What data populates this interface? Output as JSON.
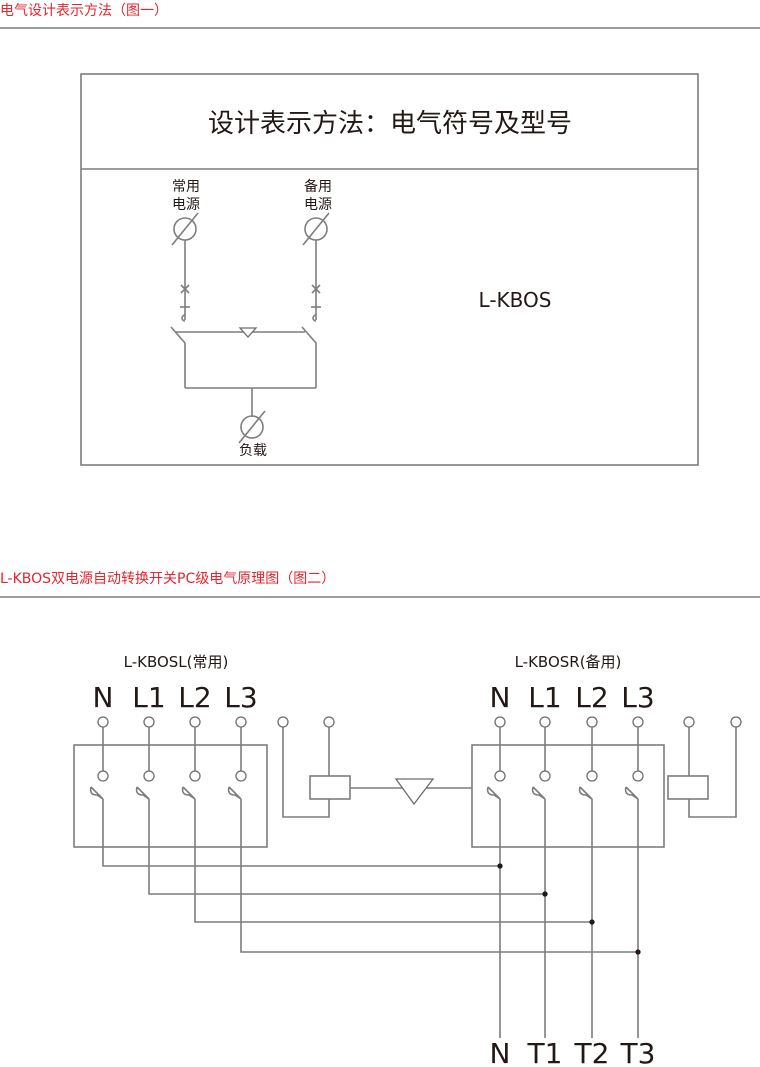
{
  "figure1": {
    "section_title": "电气设计表示方法（图一）",
    "header": "设计表示方法：电气符号及型号",
    "normal_source": [
      "常用",
      "电源"
    ],
    "backup_source": [
      "备用",
      "电源"
    ],
    "load_label": "负载",
    "model": "L-KBOS"
  },
  "figure2": {
    "section_title": "L-KBOS双电源自动转换开关PC级电气原理图（图二）",
    "left_unit": {
      "label": "L-KBOSL(常用)",
      "terminals": [
        "N",
        "L1",
        "L2",
        "L3"
      ]
    },
    "right_unit": {
      "label": "L-KBOSR(备用)",
      "terminals": [
        "N",
        "L1",
        "L2",
        "L3"
      ]
    },
    "outputs": [
      "N",
      "T1",
      "T2",
      "T3"
    ]
  },
  "colors": {
    "title_red": "#e4252e",
    "line_gray": "#7d7d7d",
    "rule_gray": "#9d9d9d",
    "text_dark": "#231815"
  }
}
